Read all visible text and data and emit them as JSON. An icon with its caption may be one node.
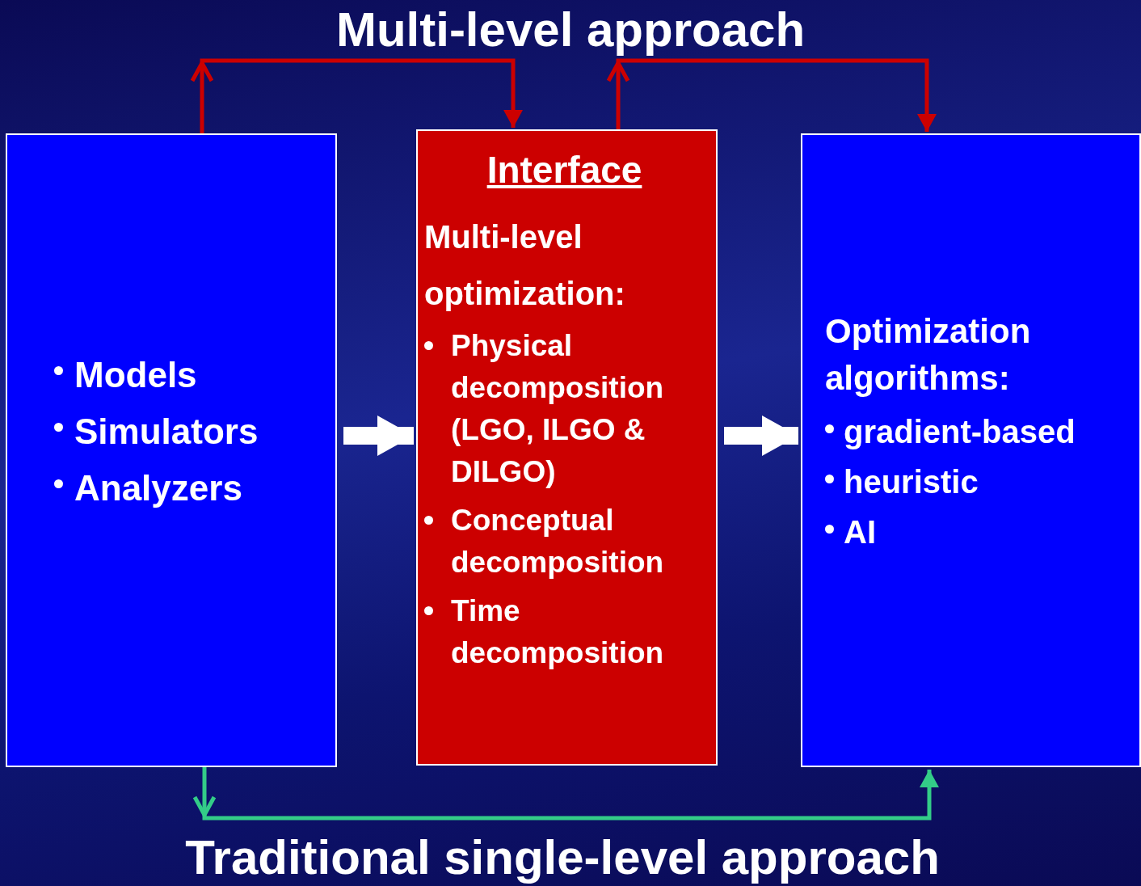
{
  "diagram": {
    "title": "Multi-level approach",
    "caption": "Traditional single-level approach",
    "nodes": [
      {
        "text": [
          "Models",
          "Simulators",
          "Analyzers"
        ]
      },
      {
        "text": [
          "Interface",
          "Multi-level optimization:",
          "Physical decomposition (LGO, ILGO & DILGO)",
          "Conceptual decomposition",
          "Time decomposition"
        ]
      },
      {
        "text": [
          "Optimization algorithms:",
          "gradient-based",
          "heuristic",
          "AI"
        ]
      }
    ],
    "edges": [
      {
        "from": 0,
        "to": 1,
        "arrow": "to",
        "style": "thick",
        "color": "#ffffff"
      },
      {
        "from": 1,
        "to": 2,
        "arrow": "to",
        "style": "thick",
        "color": "#ffffff"
      },
      {
        "from": 0,
        "to": 1,
        "arrow": "to",
        "color": "#cc0000"
      },
      {
        "from": 1,
        "to": 2,
        "arrow": "to",
        "color": "#cc0000"
      },
      {
        "from": 0,
        "to": 2,
        "arrow": "to",
        "color": "#33cc88"
      }
    ]
  }
}
